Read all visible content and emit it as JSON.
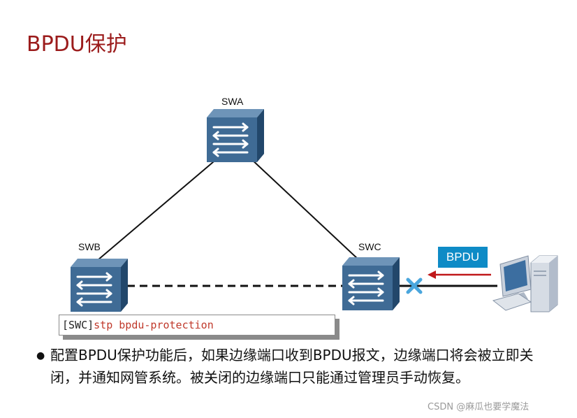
{
  "title": "BPDU保护",
  "switches": {
    "swa": "SWA",
    "swb": "SWB",
    "swc": "SWC"
  },
  "bpdu_label": "BPDU",
  "command": {
    "prompt": "[SWC]",
    "text": "stp bpdu-protection"
  },
  "bullet_text": "配置BPDU保护功能后，如果边缘端口收到BPDU报文，边缘端口将会被立即关闭，并通知网管系统。被关闭的边缘端口只能通过管理员手动恢复。",
  "watermark": "CSDN @麻瓜也要学魔法",
  "colors": {
    "title": "#9b1b1b",
    "switch_front": "#3f6b95",
    "switch_top": "#6e94b8",
    "switch_side": "#22476b",
    "bpdu_tag": "#0e8bc6",
    "arrow": "#c0181a",
    "blocked_x": "#4aa6dd"
  },
  "icons": {
    "block": "x-mark-icon",
    "pc": "pc-icon"
  }
}
